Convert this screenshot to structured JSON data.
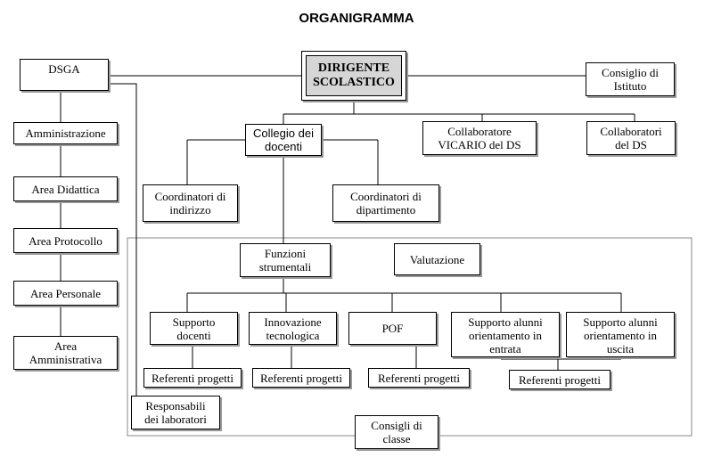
{
  "title": "ORGANIGRAMMA",
  "nodes": {
    "dsga": "DSGA",
    "dirigente": "DIRIGENTE\nSCOLASTICO",
    "consiglio_istituto": "Consiglio di\nIstituto",
    "amministrazione": "Amministrazione",
    "area_didattica": "Area Didattica",
    "area_protocollo": "Area Protocollo",
    "area_personale": "Area Personale",
    "area_amministrativa": "Area\nAmministrativa",
    "collegio_docenti": "Collegio dei\ndocenti",
    "collaboratore_vicario": "Collaboratore\nVICARIO del DS",
    "collaboratori_ds": "Collaboratori\ndel DS",
    "coordinatori_indirizzo": "Coordinatori di\nindirizzo",
    "coordinatori_dipartimento": "Coordinatori di\ndipartimento",
    "funzioni_strumentali": "Funzioni\nstrumentali",
    "valutazione": "Valutazione",
    "supporto_docenti": "Supporto\ndocenti",
    "innovazione_tecnologica": "Innovazione\ntecnologica",
    "pof": "POF",
    "supporto_entrata": "Supporto alunni\norientamento in\nentrata",
    "supporto_uscita": "Supporto alunni\norientamento in\nuscita",
    "referenti_1": "Referenti progetti",
    "referenti_2": "Referenti progetti",
    "referenti_3": "Referenti progetti",
    "referenti_4": "Referenti progetti",
    "responsabili_laboratori": "Responsabili\ndei laboratori",
    "consigli_classe": "Consigli di\nclasse"
  }
}
